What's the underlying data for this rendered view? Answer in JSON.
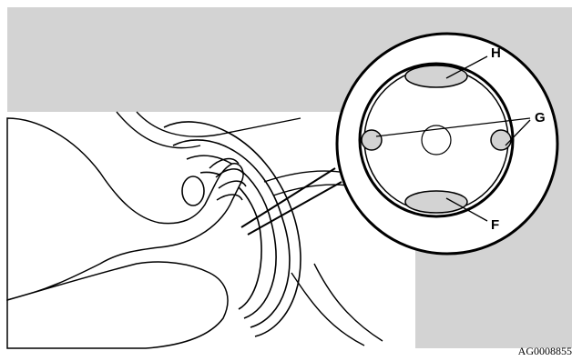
{
  "figure": {
    "callouts": {
      "h": "H",
      "g": "G",
      "f": "F"
    },
    "figure_code": "AG0008855",
    "colors": {
      "background_panel": "#d3d3d3",
      "line_art": "#000000",
      "page": "#ffffff"
    }
  }
}
